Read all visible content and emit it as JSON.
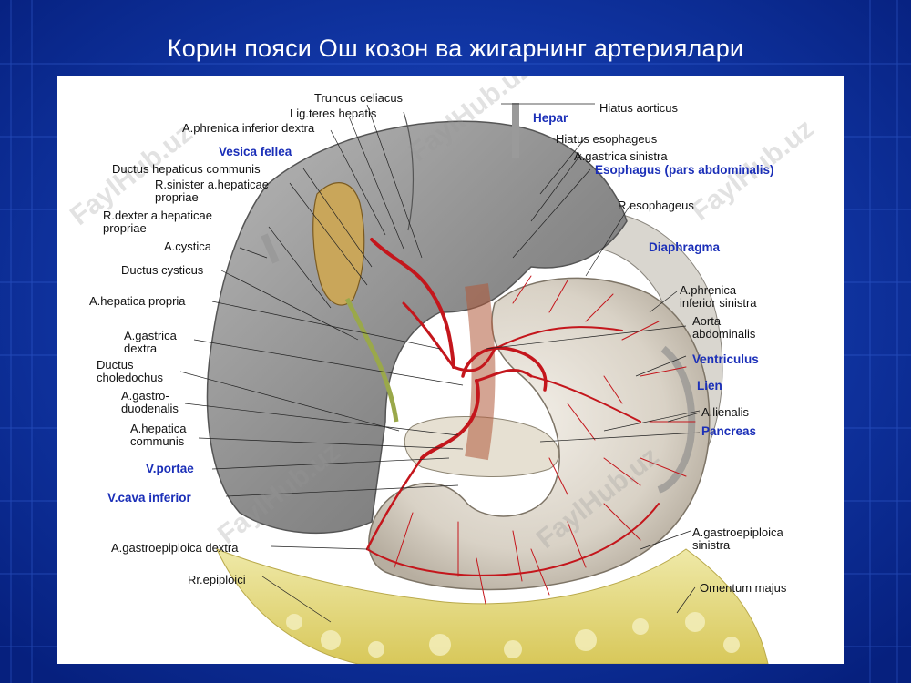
{
  "slide": {
    "title": "Корин пояси Ош козон ва жигарнинг артериялари",
    "background_color": "#0a2a9a",
    "panel_color": "#ffffff"
  },
  "watermark": {
    "text": "FaylHub.uz"
  },
  "labels": {
    "truncus_celiacus": "Truncus celiacus",
    "lig_teres_hepatis": "Lig.teres hepatis",
    "a_phrenica_inferior_dextra": "A.phrenica inferior dextra",
    "vesica_fellea": "Vesica fellea",
    "ductus_hepaticus_communis": "Ductus hepaticus communis",
    "r_sinister": "R.sinister a.hepaticae\npropriae",
    "r_dexter": "R.dexter a.hepaticae\npropriae",
    "a_cystica": "A.cystica",
    "ductus_cysticus": "Ductus cysticus",
    "a_hepatica_propria": "A.hepatica propria",
    "a_gastrica_dextra": "A.gastrica\ndextra",
    "ductus_choledochus": "Ductus\ncholedochus",
    "a_gastroduodenalis": "A.gastro-\nduodenalis",
    "a_hepatica_communis": "A.hepatica\ncommunis",
    "v_portae": "V.portae",
    "v_cava_inferior": "V.cava inferior",
    "a_gastroepiploica_dextra": "A.gastroepiploica dextra",
    "rr_epiploici": "Rr.epiploici",
    "hepar": "Hepar",
    "hiatus_aorticus": "Hiatus aorticus",
    "hiatus_esophageus": "Hiatus esophageus",
    "a_gastrica_sinistra": "A.gastrica sinistra",
    "esophagus": "Esophagus (pars abdominalis)",
    "r_esophageus": "R.esophageus",
    "diaphragma": "Diaphragma",
    "a_phrenica_inferior_sinistra": "A.phrenica\ninferior sinistra",
    "aorta_abdominalis": "Aorta\nabdominalis",
    "ventriculus": "Ventriculus",
    "lien": "Lien",
    "a_lienalis": "A.lienalis",
    "pancreas": "Pancreas",
    "a_gastroepiploica_sinistra": "A.gastroepiploica\nsinistra",
    "omentum_majus": "Omentum majus"
  },
  "colors": {
    "structure_label": "#1b2fb8",
    "vessel_label": "#111111",
    "liver": "#8c8c8c",
    "stomach": "#d8d2c8",
    "artery": "#c4161c",
    "omentum": "#e4db7a"
  }
}
